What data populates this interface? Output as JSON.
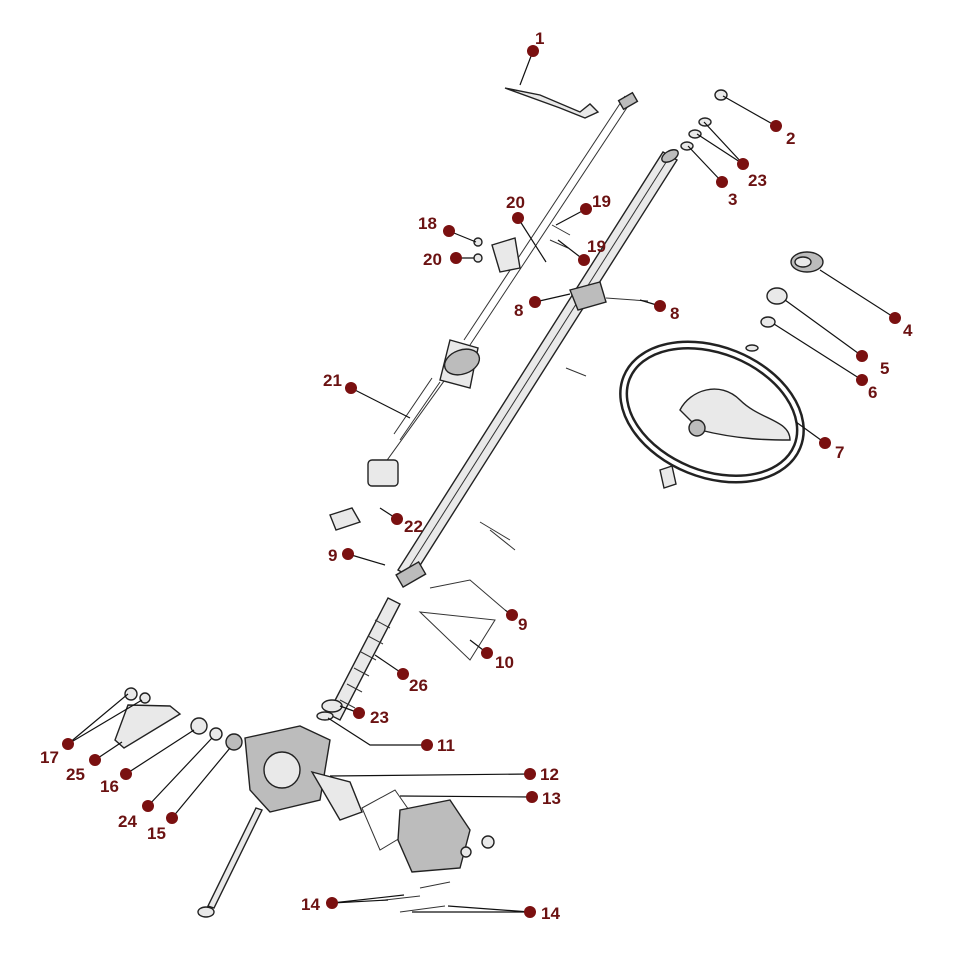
{
  "callouts": [
    {
      "id": "c1",
      "label": "1"
    },
    {
      "id": "c2",
      "label": "2"
    },
    {
      "id": "c23a",
      "label": "23"
    },
    {
      "id": "c3",
      "label": "3"
    },
    {
      "id": "c20a",
      "label": "20"
    },
    {
      "id": "c19a",
      "label": "19"
    },
    {
      "id": "c18",
      "label": "18"
    },
    {
      "id": "c19b",
      "label": "19"
    },
    {
      "id": "c20b",
      "label": "20"
    },
    {
      "id": "c8a",
      "label": "8"
    },
    {
      "id": "c8b",
      "label": "8"
    },
    {
      "id": "c4",
      "label": "4"
    },
    {
      "id": "c5",
      "label": "5"
    },
    {
      "id": "c6",
      "label": "6"
    },
    {
      "id": "c21",
      "label": "21"
    },
    {
      "id": "c7",
      "label": "7"
    },
    {
      "id": "c22",
      "label": "22"
    },
    {
      "id": "c9a",
      "label": "9"
    },
    {
      "id": "c9b",
      "label": "9"
    },
    {
      "id": "c10",
      "label": "10"
    },
    {
      "id": "c26",
      "label": "26"
    },
    {
      "id": "c23b",
      "label": "23"
    },
    {
      "id": "c11",
      "label": "11"
    },
    {
      "id": "c17",
      "label": "17"
    },
    {
      "id": "c25",
      "label": "25"
    },
    {
      "id": "c16",
      "label": "16"
    },
    {
      "id": "c12",
      "label": "12"
    },
    {
      "id": "c13",
      "label": "13"
    },
    {
      "id": "c24",
      "label": "24"
    },
    {
      "id": "c15",
      "label": "15"
    },
    {
      "id": "c14a",
      "label": "14"
    },
    {
      "id": "c14b",
      "label": "14"
    }
  ],
  "colors": {
    "callout": "#7a1010",
    "label": "#6b1212",
    "line": "#111111"
  }
}
